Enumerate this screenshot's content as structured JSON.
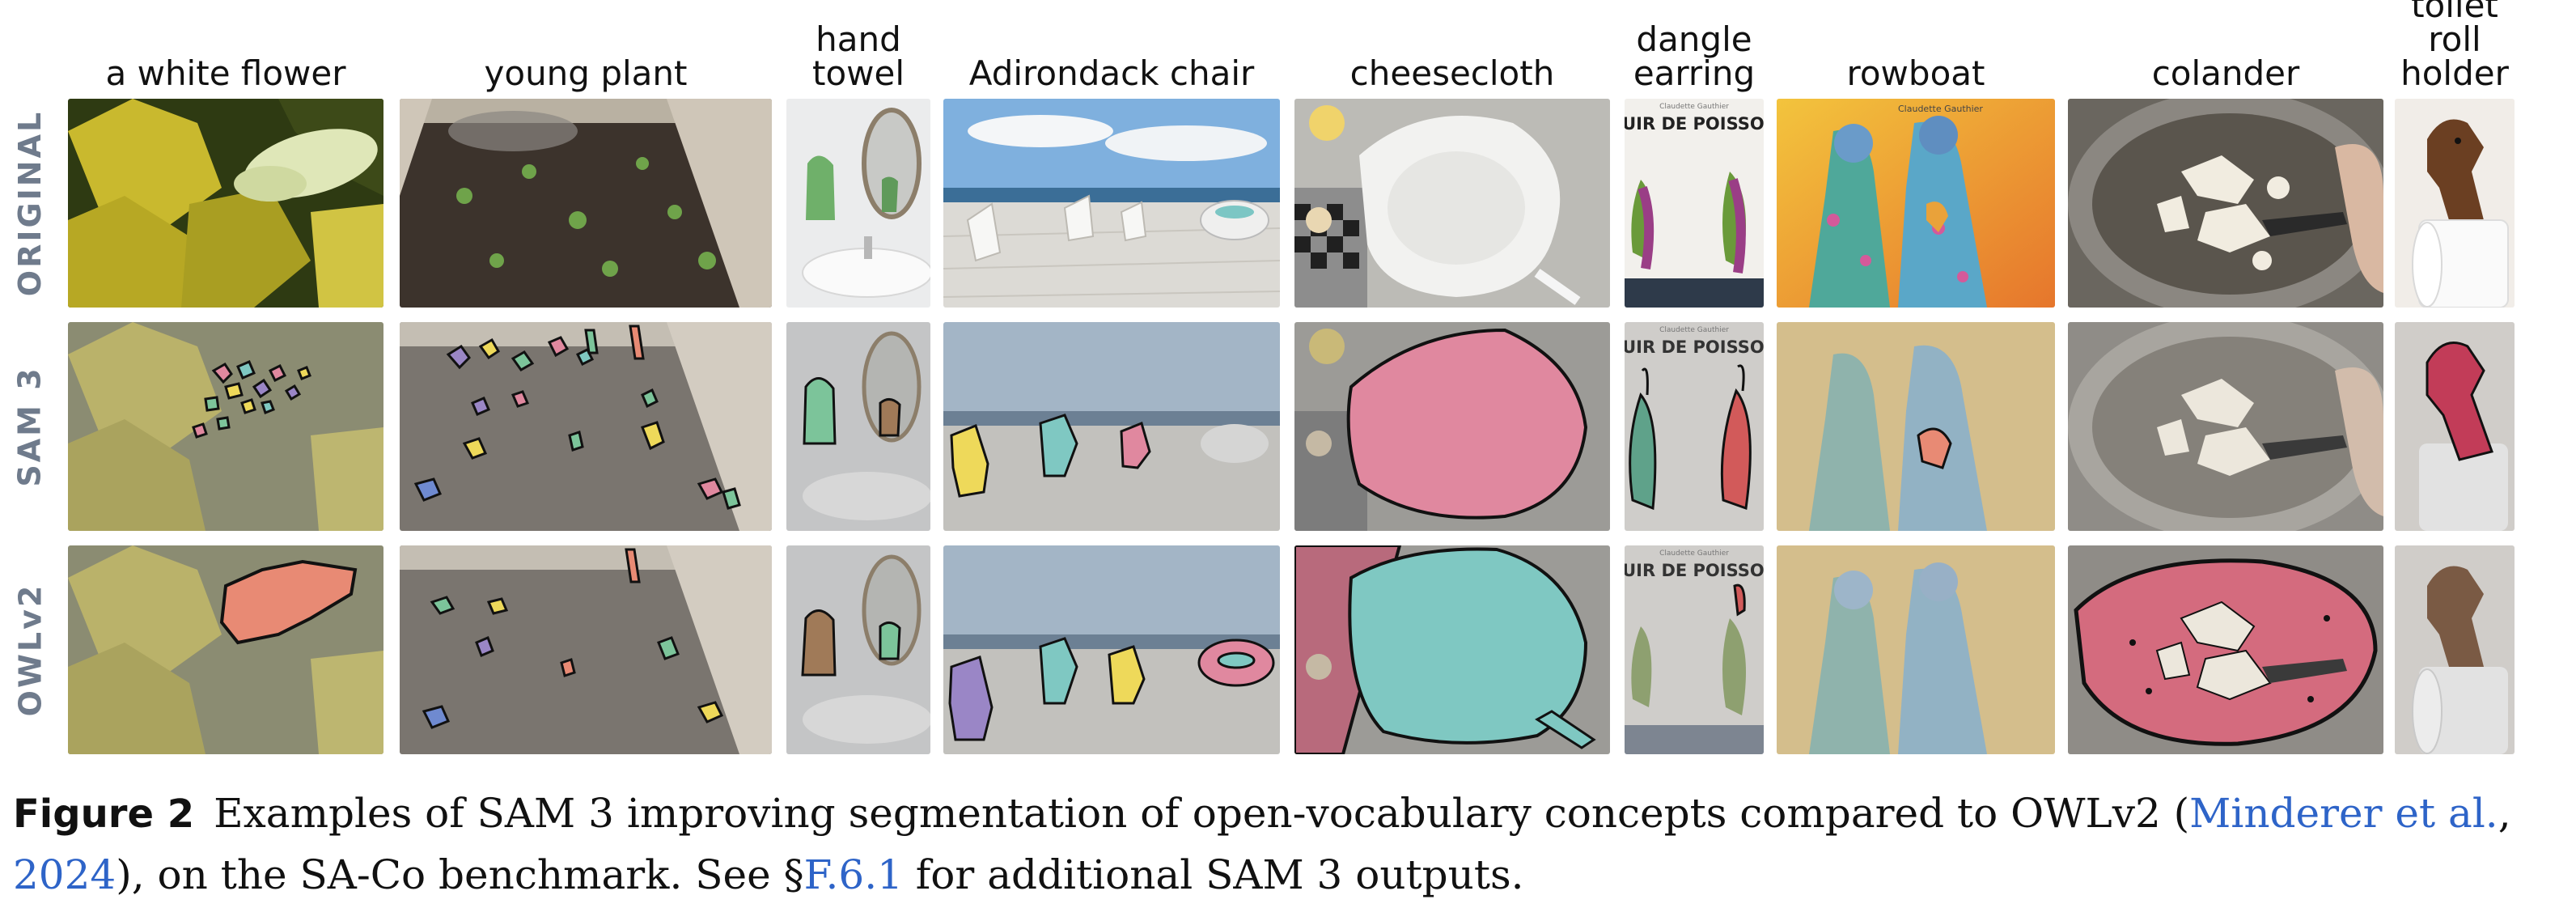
{
  "columns": [
    {
      "label_lines": [
        "a white flower"
      ]
    },
    {
      "label_lines": [
        "young plant"
      ]
    },
    {
      "label_lines": [
        "hand",
        "towel"
      ]
    },
    {
      "label_lines": [
        "Adirondack chair"
      ]
    },
    {
      "label_lines": [
        "cheesecloth"
      ]
    },
    {
      "label_lines": [
        "dangle",
        "earring"
      ]
    },
    {
      "label_lines": [
        "rowboat"
      ]
    },
    {
      "label_lines": [
        "colander"
      ]
    },
    {
      "label_lines": [
        "toilet roll",
        "holder"
      ]
    }
  ],
  "rows": [
    {
      "label": "ORIGINAL"
    },
    {
      "label": "SAM 3"
    },
    {
      "label": "OWLv2"
    }
  ],
  "image_text": {
    "earring_brand": "Claudette Gauthier",
    "earring_title": "CUIR DE POISSON",
    "rowboat_brand": "Claudette Gauthier"
  },
  "caption": {
    "figure_label": "Figure 2",
    "text_1": "Examples of SAM 3 improving segmentation of open-vocabulary concepts compared to OWLv2 (",
    "cite_author": "Minderer et al.",
    "text_2": ", ",
    "cite_year": "2024",
    "text_3": "), on the SA-Co benchmark. See §",
    "cite_section": "F.6.1",
    "text_4": " for additional SAM 3 outputs."
  },
  "colors": {
    "row_label": "#6f7b8c",
    "citation": "#2e64c8",
    "mask_pink": "#e0889f",
    "mask_teal": "#7fc8c2",
    "mask_green": "#7cc49a",
    "mask_yellow": "#eed95a",
    "mask_purple": "#9a86c6",
    "mask_salmon": "#e88a74",
    "mask_brown": "#a07a58",
    "outline": "#111111"
  }
}
